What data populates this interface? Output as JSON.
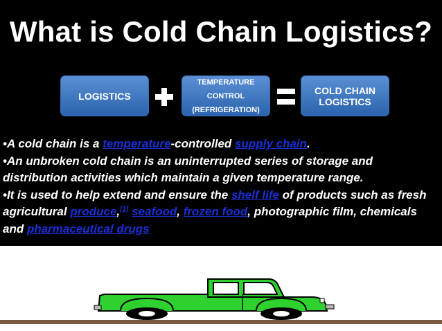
{
  "slide": {
    "title": "What is Cold Chain Logistics?",
    "equation": {
      "box1": "LOGISTICS",
      "box2_lines": [
        "TEMPERATURE",
        "CONTROL",
        "(REFRIGERATION)"
      ],
      "box3": "COLD CHAIN LOGISTICS",
      "operator1": "+",
      "operator2": "="
    },
    "bullets": {
      "b1": {
        "t1": "•A cold chain is a ",
        "link1": "temperature",
        "t2": "-controlled ",
        "link2": "supply chain",
        "t3": "."
      },
      "b2": {
        "text": "•An unbroken cold chain is an uninterrupted series of storage and distribution activities which maintain a given temperature range."
      },
      "b3": {
        "t1": "•It is used to help extend and ensure the ",
        "link1": "shelf life",
        "t2": " of products such as fresh agricultural ",
        "link2": "produce",
        "t3": ",",
        "sup": "[1]",
        "t4": " ",
        "link3": "seafood",
        "t5": ", ",
        "link4": "frozen food",
        "t6": ", photographic film, chemicals and ",
        "link5": "pharmaceutical drugs"
      }
    },
    "colors": {
      "background": "#000000",
      "box": "#3f77c4",
      "link": "#1a2fd6",
      "truck": "#2ed12e",
      "ground": "#7a5a3e"
    }
  },
  "illustration": {
    "truck_icon": "pickup-truck-icon"
  }
}
